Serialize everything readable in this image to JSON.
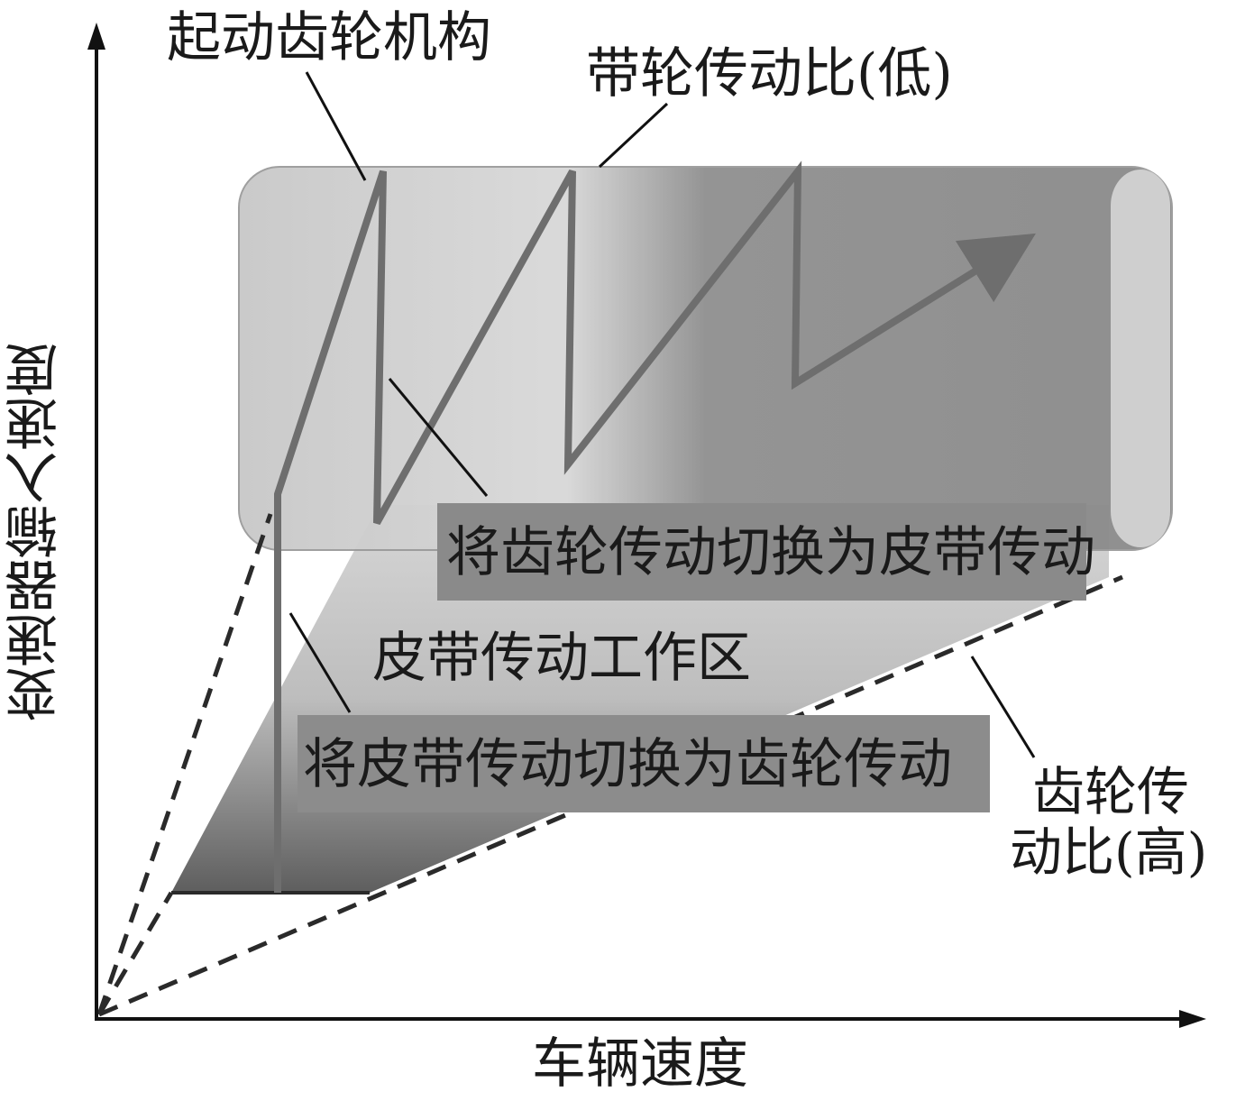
{
  "labels": {
    "start_gear": "起动齿轮机构",
    "belt_ratio_low": "带轮传动比(低)",
    "gear_to_belt": "将齿轮传动切换为皮带传动",
    "belt_zone": "皮带传动工作区",
    "belt_to_gear": "将皮带传动切换为齿轮传动",
    "gear_ratio_high_line1": "齿轮传",
    "gear_ratio_high_line2": "动比(高)"
  },
  "axes": {
    "x_label": "车辆速度",
    "y_label": "变速器输入速度"
  }
}
